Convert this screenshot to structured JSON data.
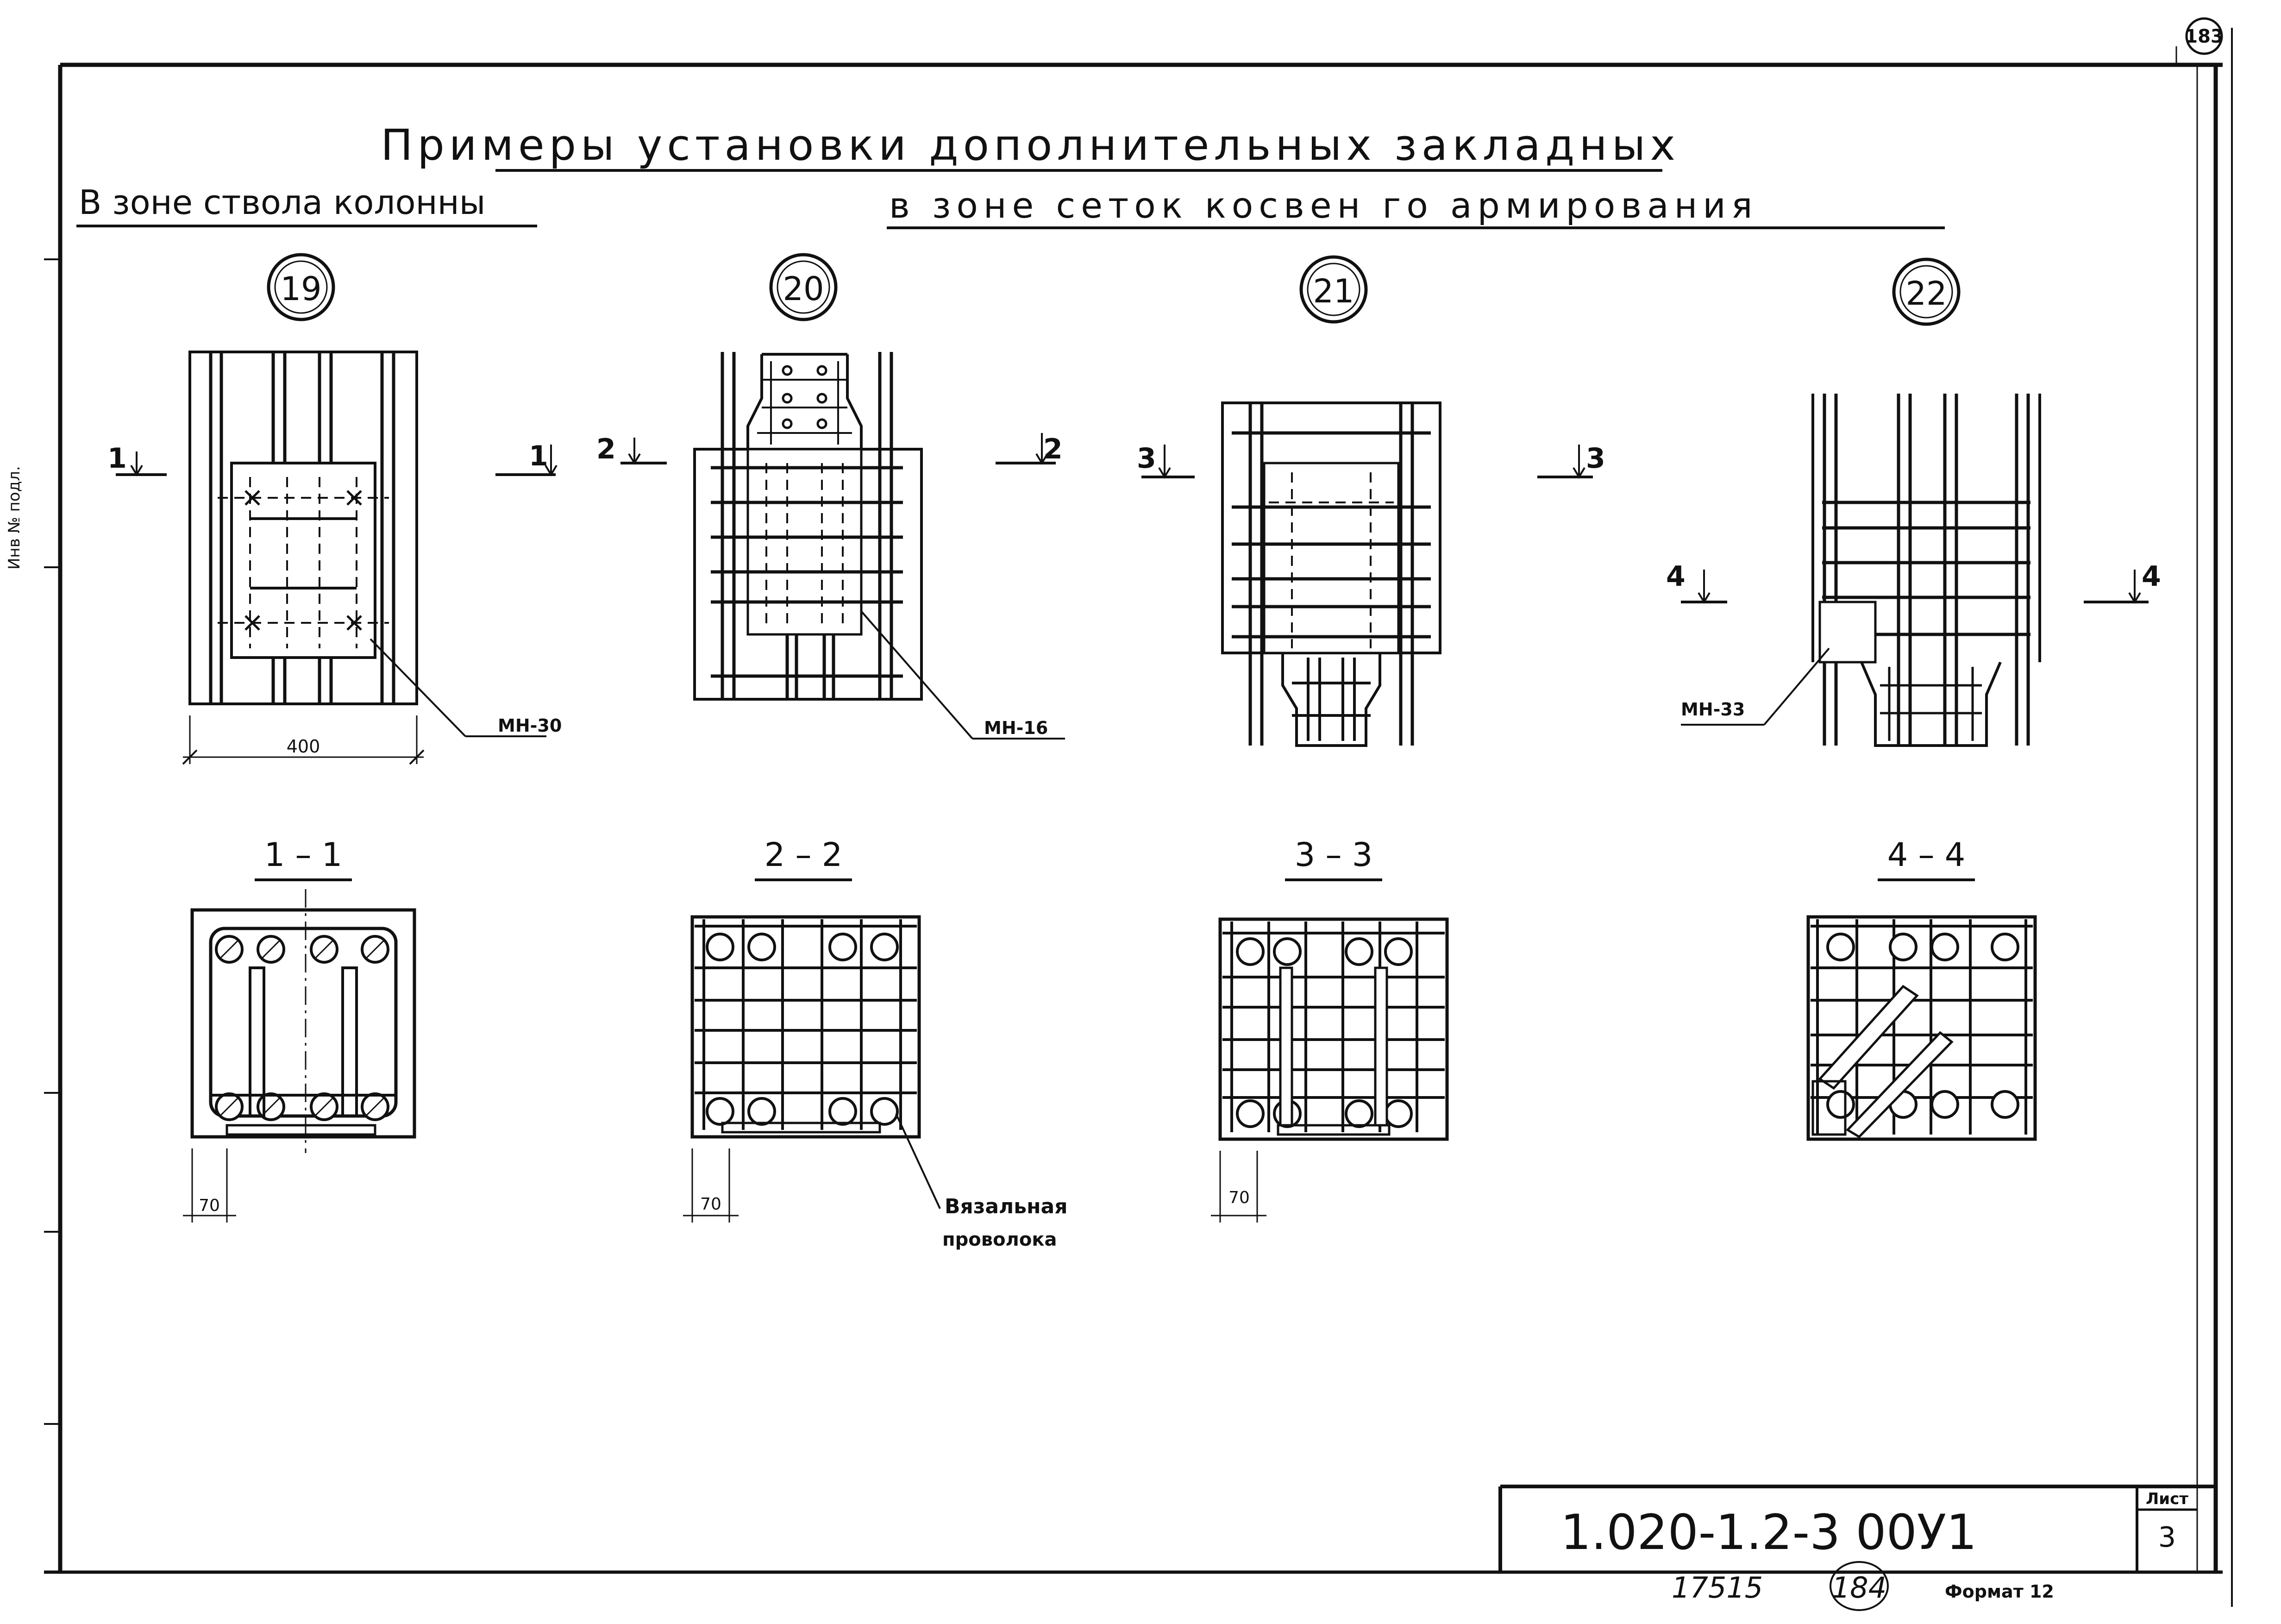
{
  "sheet_number_corner": "183",
  "title": "Примеры установки дополнительных закладных",
  "subtitle_left": "В зоне ствола колонны",
  "subtitle_right": "в зоне сеток косвен го армирования",
  "side_stamp": "Инв № подл.",
  "details": [
    {
      "num": "19",
      "mark": "МН-30",
      "dim": "400",
      "section_marker": "1"
    },
    {
      "num": "20",
      "mark": "МН-16",
      "section_marker": "2"
    },
    {
      "num": "21",
      "section_marker": "3"
    },
    {
      "num": "22",
      "mark": "МН-33",
      "section_marker": "4"
    }
  ],
  "sections": [
    {
      "title": "1 – 1",
      "dim": "70"
    },
    {
      "title": "2 – 2",
      "dim": "70"
    },
    {
      "title": "3 – 3",
      "dim": "70"
    },
    {
      "title": "4 – 4"
    }
  ],
  "wire_label_line1": "Вязальная",
  "wire_label_line2": "проволока",
  "title_block": {
    "code": "1.020-1.2-3 00У1",
    "sheet_label": "Лист",
    "sheet_value": "3"
  },
  "footer": {
    "inv": "17515",
    "page": "184",
    "format": "Формат 12"
  }
}
